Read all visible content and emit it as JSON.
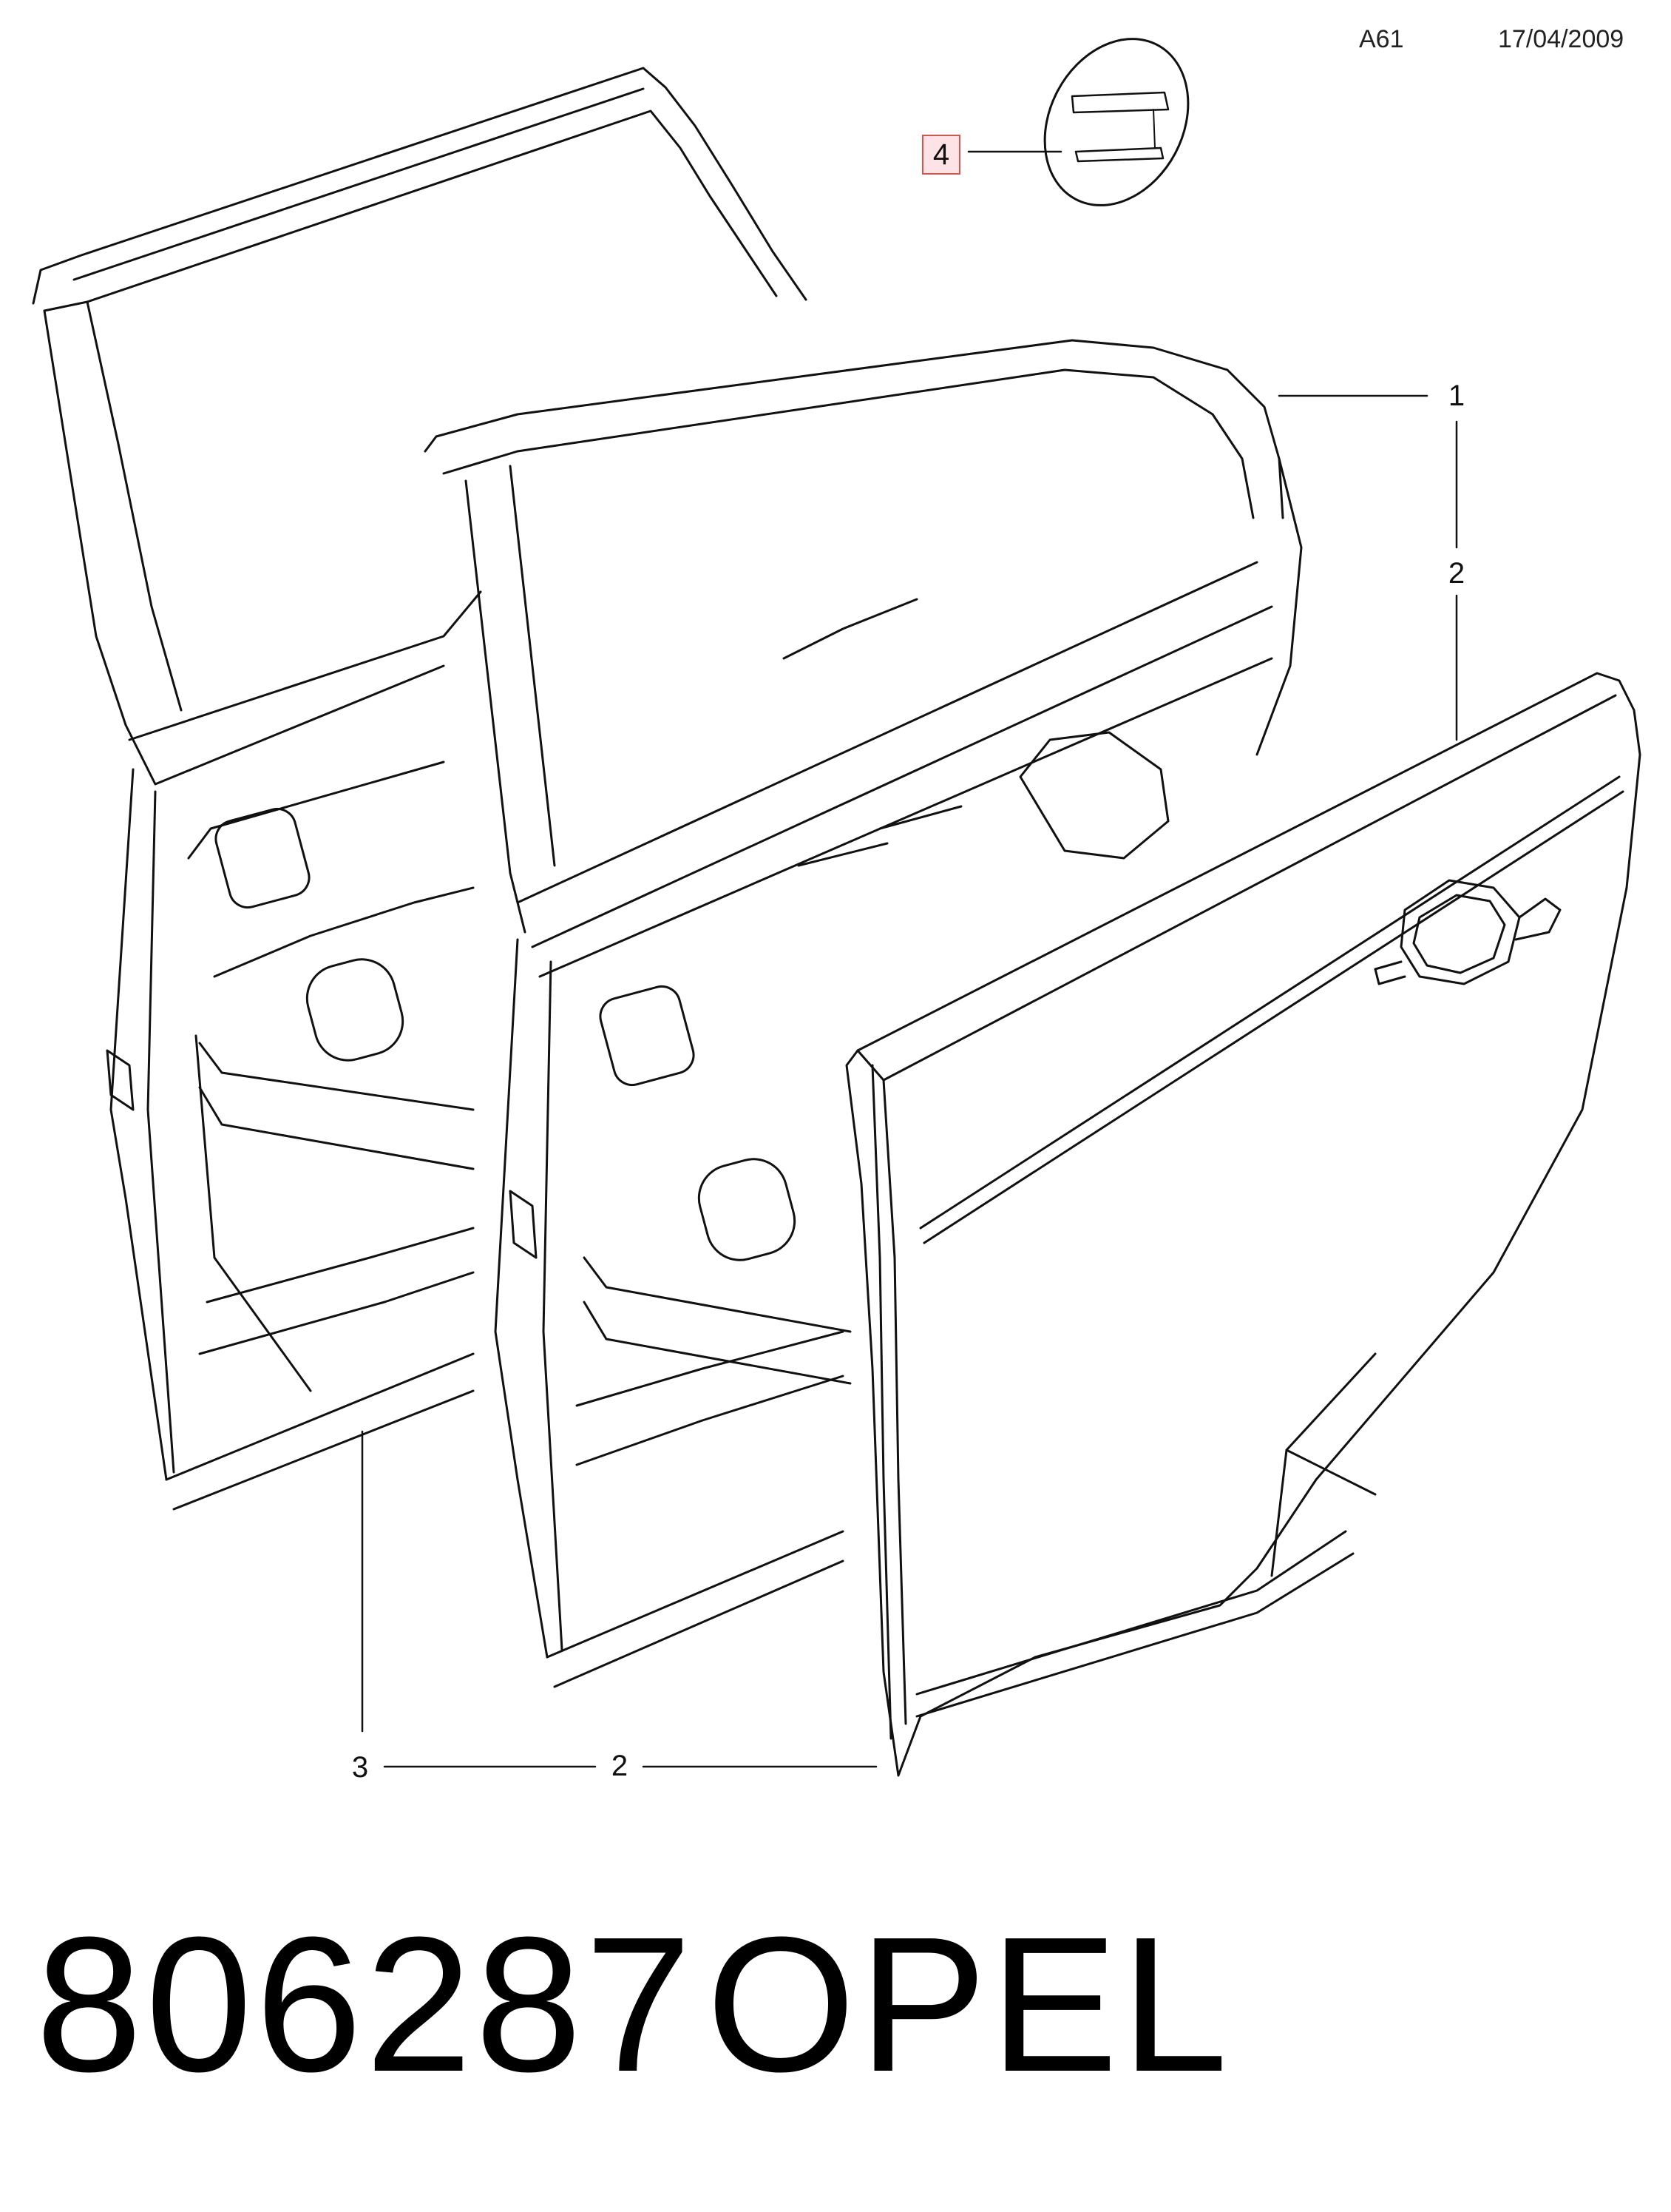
{
  "header": {
    "code": "A61",
    "date": "17/04/2009"
  },
  "callouts": {
    "p1": "1",
    "p2_upper": "2",
    "p2_lower": "2",
    "p3": "3",
    "p4": "4"
  },
  "footer": {
    "part_number": "806287",
    "brand": "OPEL"
  },
  "colors": {
    "line": "#111111",
    "highlight_fill": "#fde3e6",
    "highlight_stroke": "#d9534f"
  }
}
